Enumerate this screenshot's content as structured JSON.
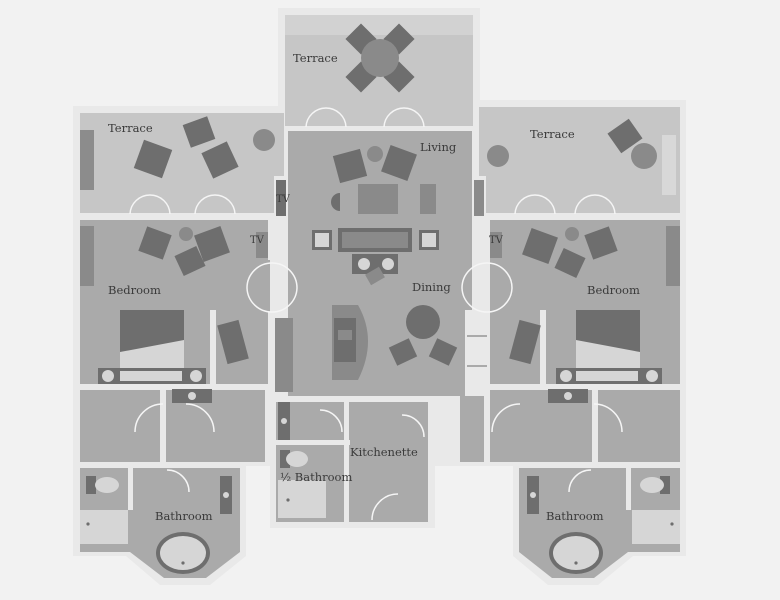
{
  "rooms": {
    "terrace_top": "Terrace",
    "terrace_left": "Terrace",
    "terrace_right": "Terrace",
    "living": "Living",
    "dining": "Dining",
    "bedroom_left": "Bedroom",
    "bedroom_right": "Bedroom",
    "kitchenette": "Kitchenette",
    "half_bathroom": "½ Bathroom",
    "bathroom_left": "Bathroom",
    "bathroom_right": "Bathroom"
  },
  "tv_labels": {
    "living": "TV",
    "bedroom_left": "TV",
    "bedroom_right": "TV"
  },
  "colors": {
    "background": "#f2f2f2",
    "wall": "#e9e9e9",
    "floor_outdoor": "#c6c6c6",
    "floor_indoor": "#aaaaaa",
    "furniture_dark": "#6e6e6e",
    "furniture_mid": "#8a8a8a",
    "furniture_light": "#d6d6d6"
  }
}
